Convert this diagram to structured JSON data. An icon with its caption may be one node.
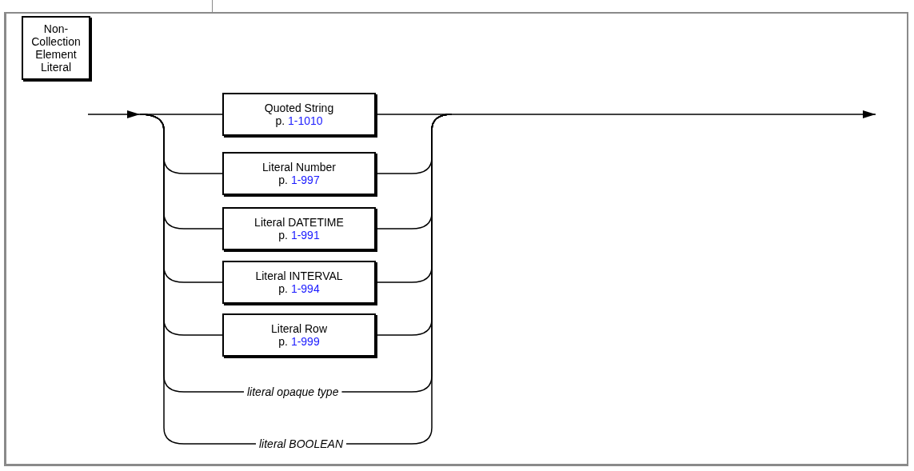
{
  "diagram": {
    "nodes": [
      {
        "text": [
          "Non-Collection Element Literal"
        ]
      },
      {
        "text": [
          "Quoted String",
          "p.",
          "1-1010"
        ]
      },
      {
        "text": [
          "Literal Number",
          "p.",
          "1-997"
        ]
      },
      {
        "text": [
          "Literal DATETIME",
          "p.",
          "1-991"
        ]
      },
      {
        "text": [
          "Literal INTERVAL",
          "p.",
          "1-994"
        ]
      },
      {
        "text": [
          "Literal Row",
          "p.",
          "1-999"
        ]
      },
      {
        "text": [
          "literal opaque type"
        ]
      },
      {
        "text": [
          "literal BOOLEAN"
        ]
      }
    ],
    "edges": [
      {
        "from": null,
        "to": 1,
        "arrow": "none"
      },
      {
        "from": null,
        "to": 2,
        "arrow": "none"
      },
      {
        "from": null,
        "to": 3,
        "arrow": "none"
      },
      {
        "from": null,
        "to": 4,
        "arrow": "none"
      },
      {
        "from": null,
        "to": 5,
        "arrow": "none"
      },
      {
        "from": null,
        "to": 6,
        "arrow": "none"
      },
      {
        "from": null,
        "to": 7,
        "arrow": "none"
      },
      {
        "from": 1,
        "to": null,
        "arrow": "to"
      },
      {
        "from": 2,
        "to": null,
        "arrow": "to"
      },
      {
        "from": 3,
        "to": null,
        "arrow": "to"
      },
      {
        "from": 4,
        "to": null,
        "arrow": "to"
      },
      {
        "from": 5,
        "to": null,
        "arrow": "to"
      },
      {
        "from": 6,
        "to": null,
        "arrow": "to"
      },
      {
        "from": 7,
        "to": null,
        "arrow": "to"
      }
    ]
  }
}
